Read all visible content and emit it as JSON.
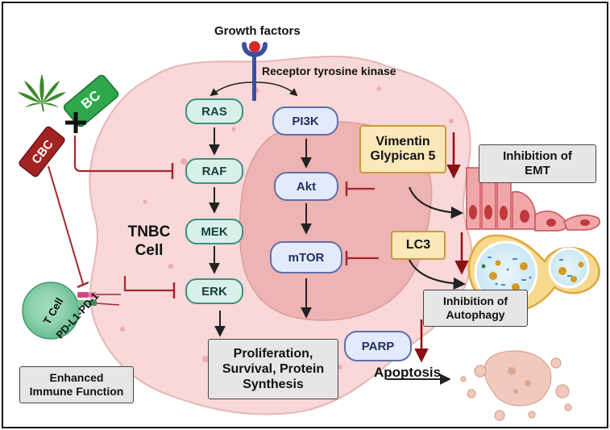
{
  "labels": {
    "growth_factors": "Growth factors",
    "receptor": "Receptor tyrosine kinase",
    "tnbc_line1": "TNBC",
    "tnbc_line2": "Cell",
    "apoptosis": "Apoptosis",
    "pd": "PD-L1-PD-1",
    "tcell": "T Cell",
    "bc": "BC",
    "cbc": "CBC"
  },
  "mapk_nodes": [
    "RAS",
    "RAF",
    "MEK",
    "ERK"
  ],
  "pi3k_nodes": [
    "PI3K",
    "Akt",
    "mTOR",
    "PARP"
  ],
  "boxes": {
    "proliferation_lines": [
      "Proliferation,",
      "Survival, Protein",
      "Synthesis"
    ],
    "vimentin_lines": [
      "Vimentin",
      "Glypican 5"
    ],
    "lc3": "LC3",
    "emt_lines": [
      "Inhibition of",
      "EMT"
    ],
    "autophagy_lines": [
      "Inhibition of",
      "Autophagy"
    ],
    "immune_lines": [
      "Enhanced",
      "Immune Function"
    ]
  },
  "colors": {
    "cell_fill": "#f8d8d8",
    "nucleus_fill": "#eeb3b3",
    "inhibit_red": "#a4262c",
    "dark_red": "#8b0f14",
    "bc_green": "#2ea84a",
    "cbc_red": "#a32322"
  }
}
